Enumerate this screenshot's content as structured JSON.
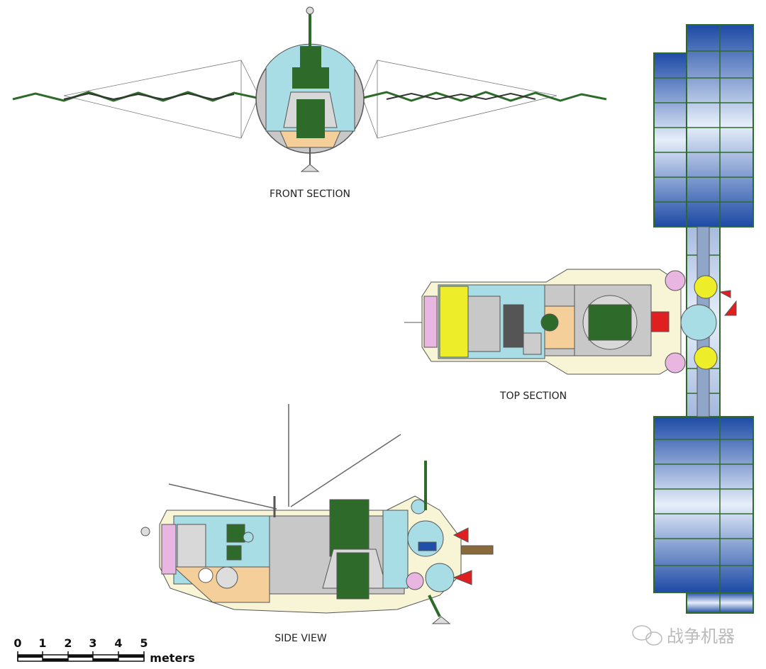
{
  "labels": {
    "front": "FRONT SECTION",
    "top": "TOP SECTION",
    "side": "SIDE VIEW"
  },
  "scale_bar": {
    "ticks": [
      "0",
      "1",
      "2",
      "3",
      "4",
      "5"
    ],
    "unit": "meters"
  },
  "watermark": "战争机器",
  "colors": {
    "panel": "#1f4fa8",
    "panel_frame": "#2e6b2a",
    "hull_green": "#2e6b2a",
    "cabin_blue": "#a8dde6",
    "hull_grey": "#c8c8c8",
    "tank_pink": "#e8b6e0",
    "yellow": "#eded2a",
    "peach": "#f5cf9a",
    "cream": "#f8f4d6",
    "red": "#e02020"
  }
}
